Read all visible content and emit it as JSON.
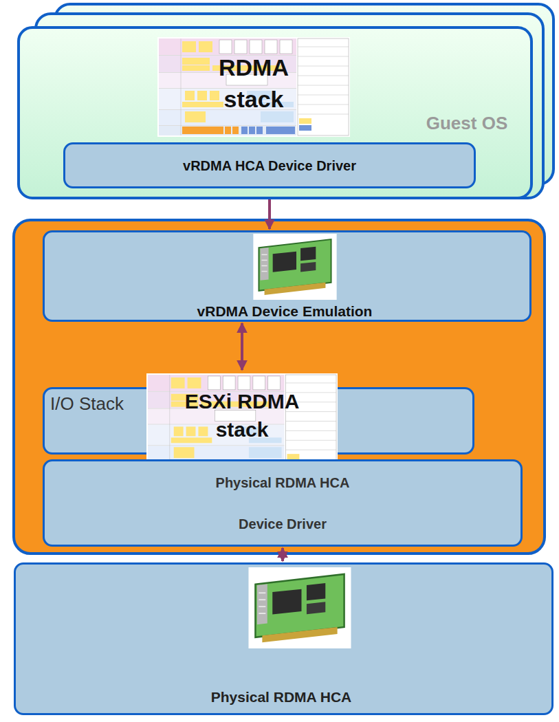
{
  "diagram": {
    "nodes": [
      {
        "text": [
          "Guest OS"
        ]
      },
      {
        "text": [
          "RDMA stack"
        ],
        "in": 0
      },
      {
        "text": [
          "vRDMA HCA Device Driver"
        ],
        "in": 0
      },
      {
        "text": [
          "vRDMA Device Emulation"
        ]
      },
      {
        "text": [
          "I/O Stack"
        ]
      },
      {
        "text": [
          "ESXi RDMA stack"
        ]
      },
      {
        "text": [
          "Physical RDMA HCA Device Driver"
        ]
      },
      {
        "text": [
          "Physical RDMA HCA"
        ]
      }
    ],
    "edges": [
      {
        "from": 2,
        "to": 3,
        "arrow": "both"
      },
      {
        "from": 3,
        "to": 5,
        "arrow": "both"
      },
      {
        "from": 6,
        "to": 7,
        "arrow": "both"
      }
    ]
  }
}
